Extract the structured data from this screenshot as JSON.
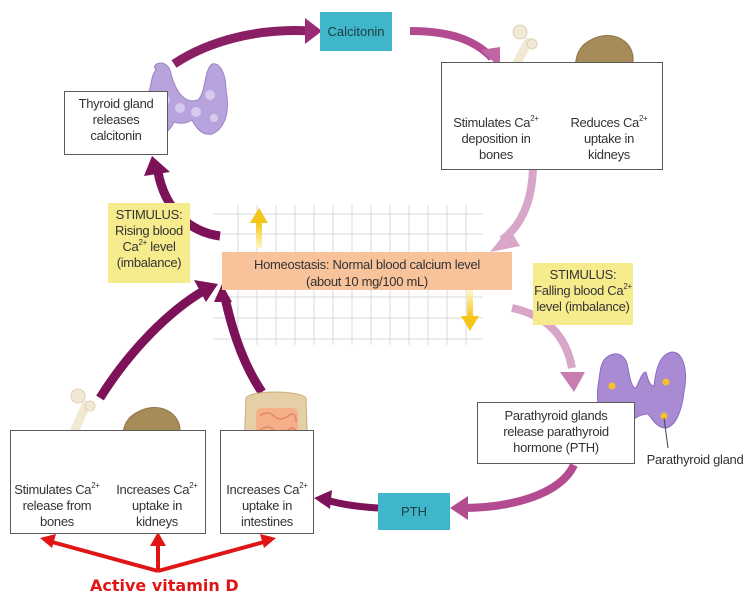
{
  "diagram": {
    "type": "calcium-homeostasis-feedback-loop",
    "center": {
      "line1": "Homeostasis: Normal blood calcium level",
      "line2": "(about 10 mg/100 mL)"
    },
    "top_loop": {
      "stimulus": {
        "line1": "STIMULUS:",
        "line2": "Rising blood",
        "line3a": "Ca",
        "line3sup": "2+",
        "line3b": " level",
        "line4": "(imbalance)"
      },
      "gland": {
        "line1": "Thyroid gland",
        "line2": "releases",
        "line3": "calcitonin"
      },
      "hormone": "Calcitonin",
      "effects": [
        {
          "a": "Stimulates Ca",
          "sup": "2+",
          "line2": "deposition in",
          "line3": "bones"
        },
        {
          "a": "Reduces Ca",
          "sup": "2+",
          "line2": "uptake in",
          "line3": "kidneys"
        }
      ]
    },
    "bottom_loop": {
      "stimulus": {
        "line1": "STIMULUS:",
        "line2a": "Falling blood Ca",
        "line2sup": "2+",
        "line3": "level (imbalance)"
      },
      "gland": {
        "line1": "Parathyroid glands",
        "line2": "release parathyroid",
        "line3": "hormone (PTH)"
      },
      "gland_label": "Parathyroid gland",
      "hormone": "PTH",
      "effects": [
        {
          "a": "Stimulates Ca",
          "sup": "2+",
          "line2": "release from",
          "line3": "bones"
        },
        {
          "a": "Increases Ca",
          "sup": "2+",
          "line2": "uptake in",
          "line3": "kidneys"
        },
        {
          "a": "Increases Ca",
          "sup": "2+",
          "line2": "uptake in",
          "line3": "intestines"
        }
      ]
    },
    "annotation": "Active vitamin D",
    "colors": {
      "hormone_box": "#3fb6c9",
      "stimulus_box": "#f6ec8e",
      "homeostasis_bar": "#f8c29a",
      "dark_arrow": "#7d1259",
      "light_arrow": "#d49ac3",
      "vitamin_d": "#e01515",
      "level_arrow": "#f5c518"
    }
  }
}
